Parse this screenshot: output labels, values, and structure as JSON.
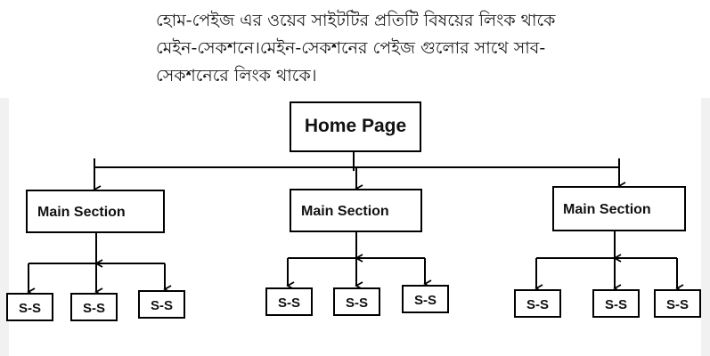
{
  "paragraph": {
    "text": "হোম-পেইজ এর ওয়েব সাইটটির প্রতিটি বিষয়ের লিংক থাকে\nমেইন-সেকশনে।মেইন-সেকশনের পেইজ গুলোর সাথে সাব-\nসেকশনেরে লিংক থাকে।"
  },
  "diagram": {
    "root": {
      "label": "Home Page"
    },
    "sections": [
      {
        "label": "Main Section",
        "subs": [
          "S-S",
          "S-S",
          "S-S"
        ]
      },
      {
        "label": "Main Section",
        "subs": [
          "S-S",
          "S-S",
          "S-S"
        ]
      },
      {
        "label": "Main Section",
        "subs": [
          "S-S",
          "S-S",
          "S-S"
        ]
      }
    ]
  }
}
